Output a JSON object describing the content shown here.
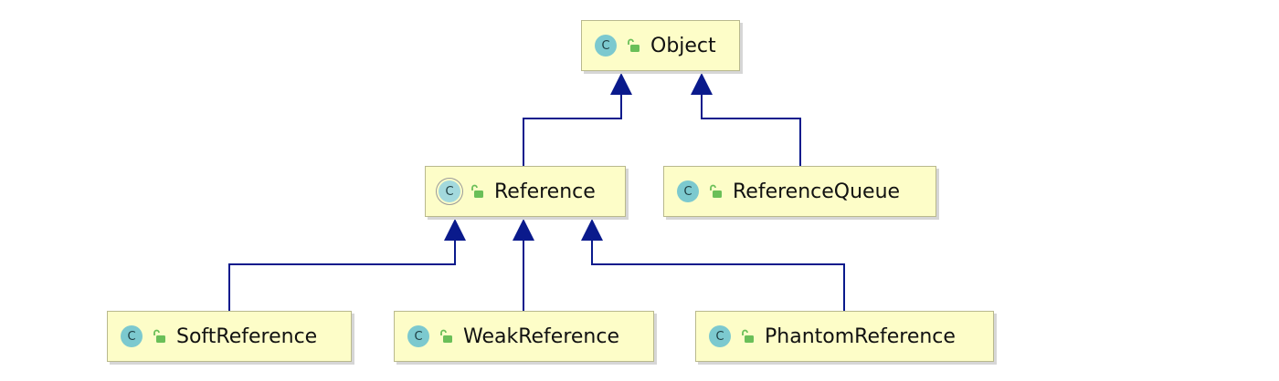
{
  "colors": {
    "node_fill": "#fdfdc8",
    "node_border": "#b9b98d",
    "class_badge": "#7cc9cf",
    "lock_icon": "#6abf58",
    "edge": "#0a1a8c"
  },
  "nodes": {
    "object": {
      "badge": "C",
      "label": "Object",
      "abstract": false
    },
    "reference": {
      "badge": "C",
      "label": "Reference",
      "abstract": true
    },
    "reference_queue": {
      "badge": "C",
      "label": "ReferenceQueue",
      "abstract": false
    },
    "soft_reference": {
      "badge": "C",
      "label": "SoftReference",
      "abstract": false
    },
    "weak_reference": {
      "badge": "C",
      "label": "WeakReference",
      "abstract": false
    },
    "phantom_reference": {
      "badge": "C",
      "label": "PhantomReference",
      "abstract": false
    }
  },
  "edges": [
    {
      "from": "reference",
      "to": "object",
      "type": "extends"
    },
    {
      "from": "reference_queue",
      "to": "object",
      "type": "extends"
    },
    {
      "from": "soft_reference",
      "to": "reference",
      "type": "extends"
    },
    {
      "from": "weak_reference",
      "to": "reference",
      "type": "extends"
    },
    {
      "from": "phantom_reference",
      "to": "reference",
      "type": "extends"
    }
  ]
}
